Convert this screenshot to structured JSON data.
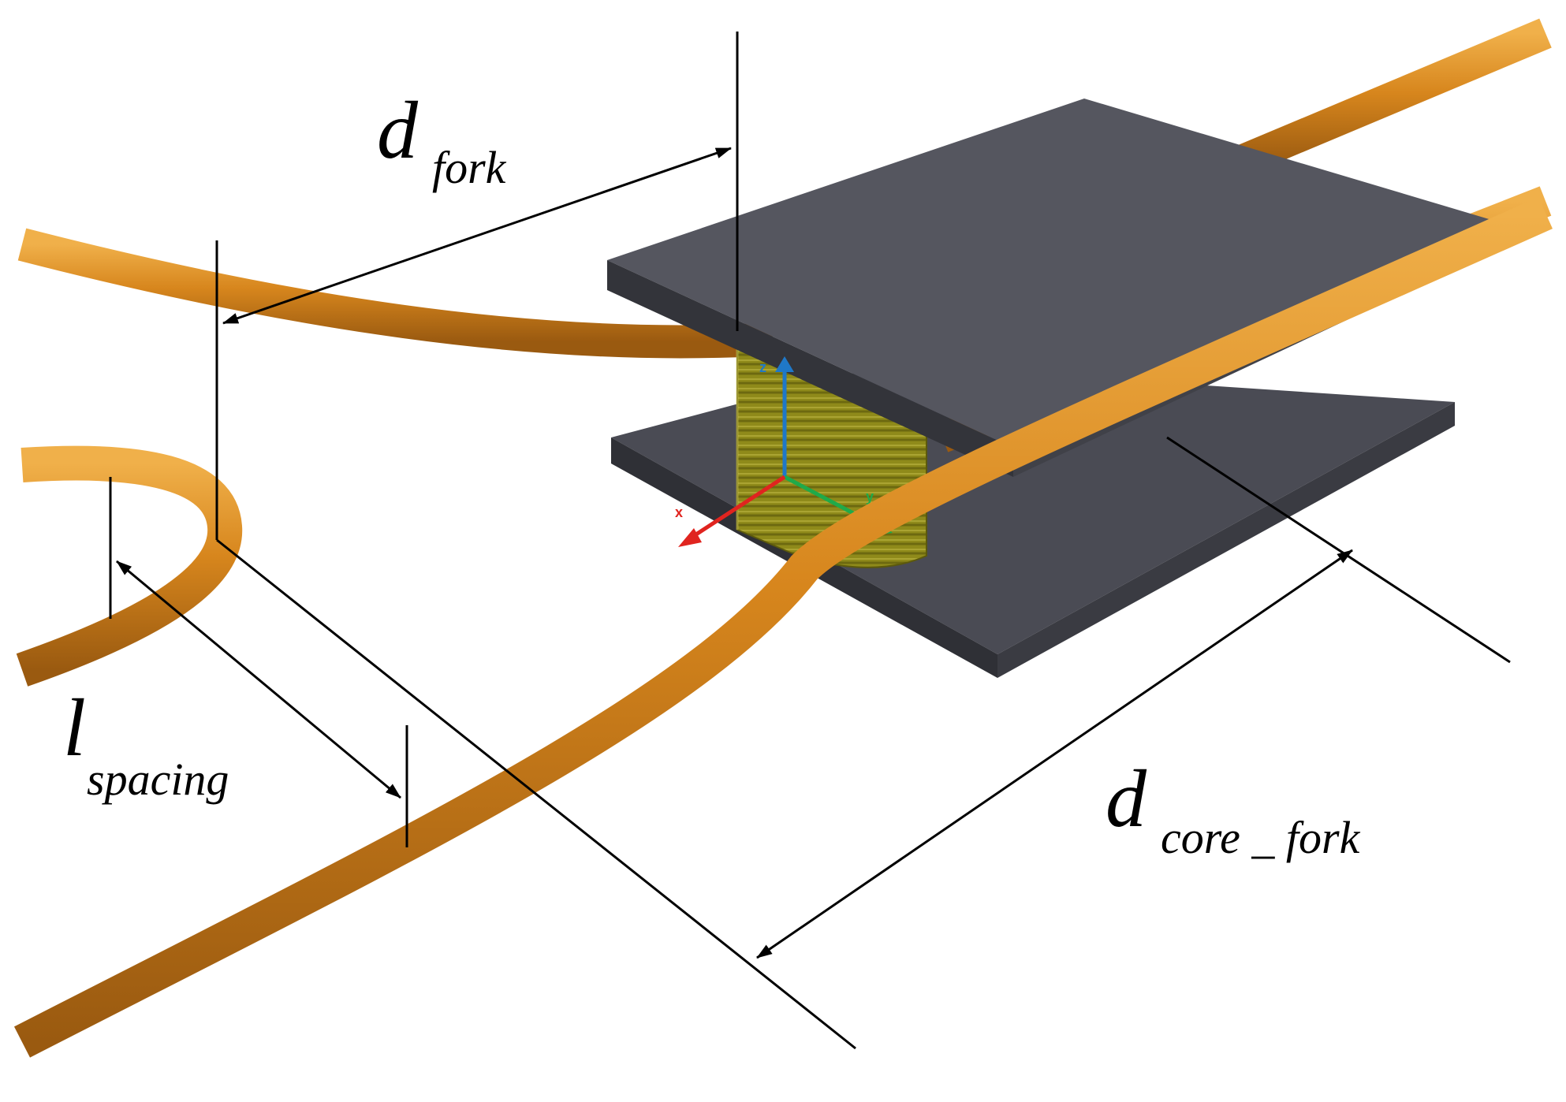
{
  "labels": {
    "d_fork": {
      "main": "d",
      "sub": "fork"
    },
    "l_spacing": {
      "main": "l",
      "sub": "spacing"
    },
    "d_core_fork": {
      "main": "d",
      "sub": "core _ fork"
    }
  },
  "axes": {
    "x": {
      "label": "x",
      "color": "#e0241f"
    },
    "y": {
      "label": "y",
      "color": "#1faa4a"
    },
    "z": {
      "label": "z",
      "color": "#1f78c8"
    }
  },
  "colors": {
    "cable": "#d7861d",
    "plate": "#4a4b54",
    "coil": "#8f8a1a",
    "background": "#ffffff"
  }
}
